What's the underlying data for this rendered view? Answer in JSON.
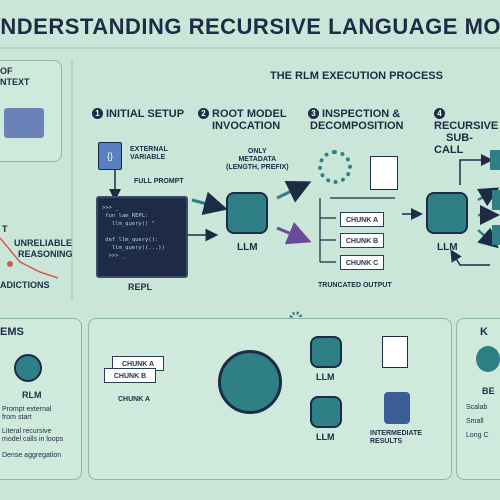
{
  "title": "UNDERSTANDING RECURSIVE LANGUAGE MODELS",
  "left_top": {
    "line1": "OF",
    "line2": "NTEXT"
  },
  "left_mid": {
    "line1": "UNRELIABLE",
    "line2": "REASONING",
    "line3": "ADICTIONS",
    "marker": "T"
  },
  "process": {
    "heading": "THE RLM EXECUTION PROCESS",
    "steps": [
      {
        "num": "1",
        "line1": "INITIAL SETUP",
        "line2": ""
      },
      {
        "num": "2",
        "line1": "ROOT MODEL",
        "line2": "INVOCATION"
      },
      {
        "num": "3",
        "line1": "INSPECTION &",
        "line2": "DECOMPOSITION"
      },
      {
        "num": "4",
        "line1": "RECURSIVE",
        "line2": "SUB-CALL"
      }
    ],
    "external_variable": "EXTERNAL\nVARIABLE",
    "full_prompt": "FULL PROMPT",
    "repl_label": "REPL",
    "repl_code": ">>> _\n fun lam_REPL:\n   llm_query() \"\n\n def llm_query():\n   llm_query((...))\n  >>> _",
    "only_metadata": "ONLY\nMETADATA\n(LENGTH, PREFIX)",
    "llm": "LLM",
    "chunks": [
      "CHUNK A",
      "CHUNK B",
      "CHUNK C"
    ],
    "truncated_output": "TRUNCATED OUTPUT"
  },
  "bottom_left": {
    "heading": "EMS",
    "rlm": "RLM",
    "items": [
      "Prompt external\nfrom start",
      "Literal recursive\nmodel calls in loops",
      "Dense aggregation"
    ]
  },
  "bottom_mid": {
    "chunk_a": "CHUNK A",
    "chunk_b": "CHUNK B",
    "chunk_a_label": "CHUNK A",
    "llm_top": "LLM",
    "llm_bottom": "LLM",
    "intermediate": "INTERMEDIATE\nRESULTS"
  },
  "bottom_right": {
    "heading": "K",
    "sub": "BE",
    "items": [
      "Scalab",
      "Small",
      "Long C"
    ]
  },
  "colors": {
    "background": "#c9e6d8",
    "navy": "#1c2c44",
    "teal": "#2f7f86",
    "purple": "#6a4a9c"
  }
}
